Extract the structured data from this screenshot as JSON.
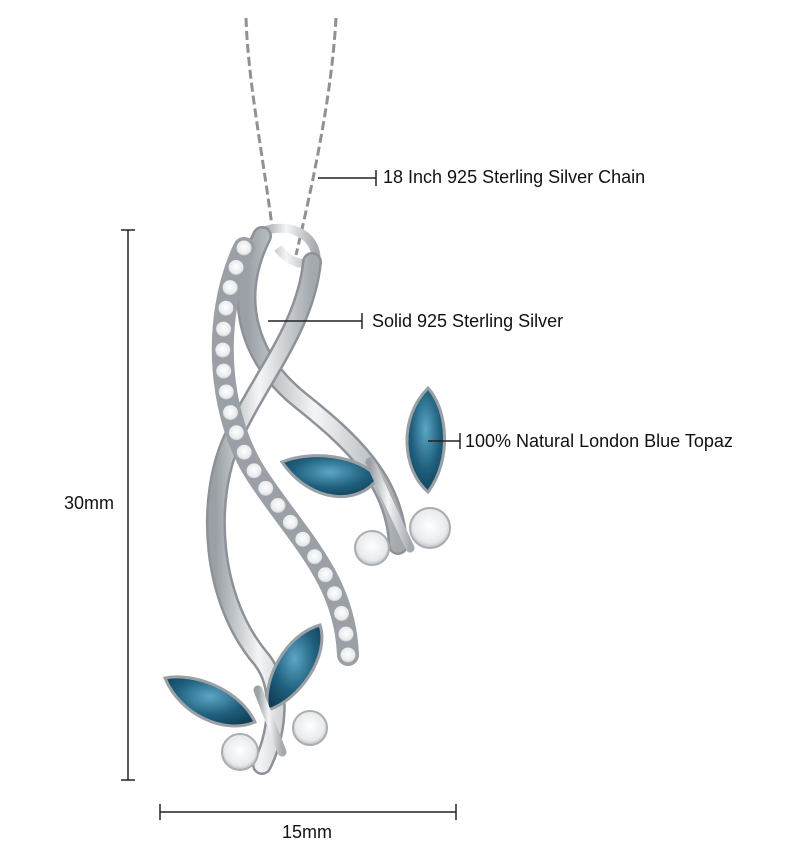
{
  "annotations": {
    "chain": "18 Inch 925 Sterling Silver Chain",
    "metal": "Solid 925 Sterling Silver",
    "gemstone": "100% Natural London Blue Topaz"
  },
  "dimensions": {
    "height": "30mm",
    "width": "15mm"
  },
  "colors": {
    "topaz": "#1f5f7d",
    "topaz_light": "#4f9ab8",
    "silver": "#c9cdd2",
    "silver_dark": "#8d9298",
    "line": "#222222"
  }
}
